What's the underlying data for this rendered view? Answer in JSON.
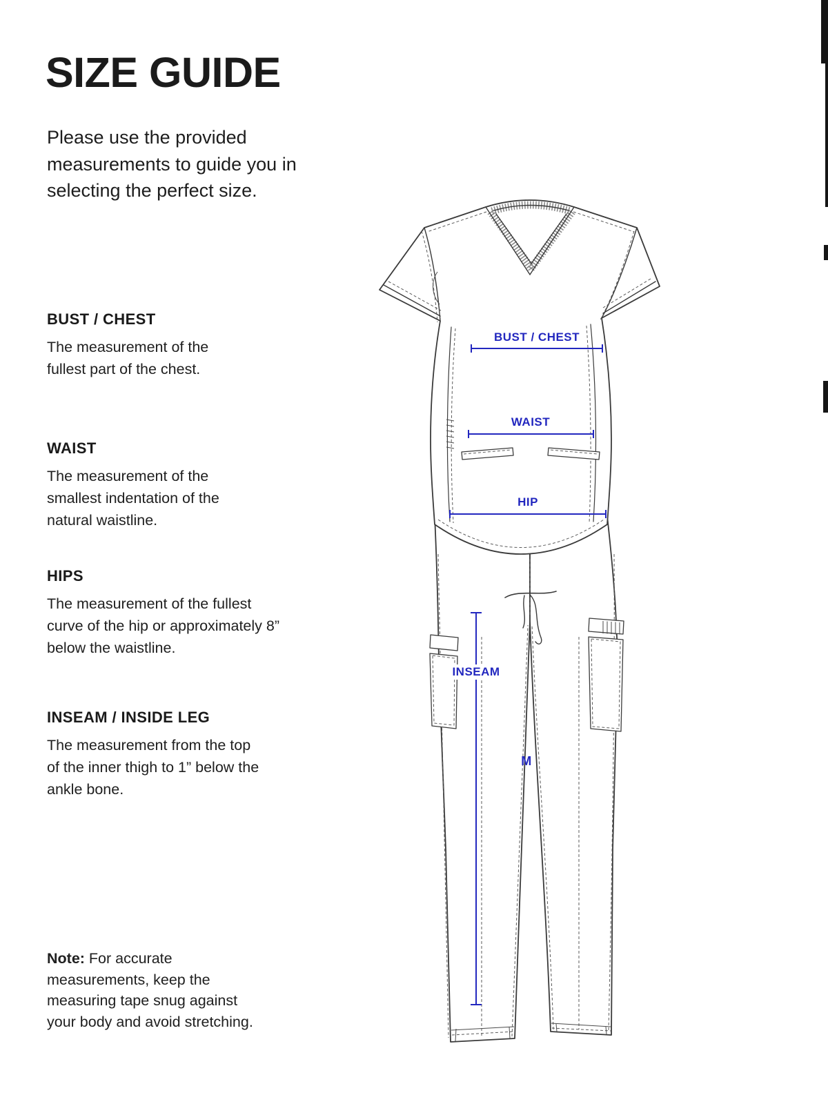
{
  "page": {
    "title": "SIZE GUIDE",
    "intro": "Please use the provided measurements to guide you in selecting the perfect size.",
    "sections": [
      {
        "heading": "BUST / CHEST",
        "body": "The measurement of the fullest part of the chest."
      },
      {
        "heading": "WAIST",
        "body": "The measurement of the smallest indentation of the natural waistline."
      },
      {
        "heading": "HIPS",
        "body": "The measurement of the fullest curve of the hip or approximately 8” below the waistline."
      },
      {
        "heading": "INSEAM / INSIDE LEG",
        "body": "The measurement from the top of the inner thigh to 1” below the ankle bone."
      }
    ],
    "note_label": "Note:",
    "note_body": "For accurate measurements, keep the measuring tape snug against your body and avoid stretching."
  },
  "diagram": {
    "labels": {
      "bust": "BUST / CHEST",
      "waist": "WAIST",
      "hip": "HIP",
      "inseam": "INSEAM",
      "size": "M"
    },
    "colors": {
      "accent_blue": "#2227bf",
      "line_gray": "#3a3a3a"
    }
  }
}
